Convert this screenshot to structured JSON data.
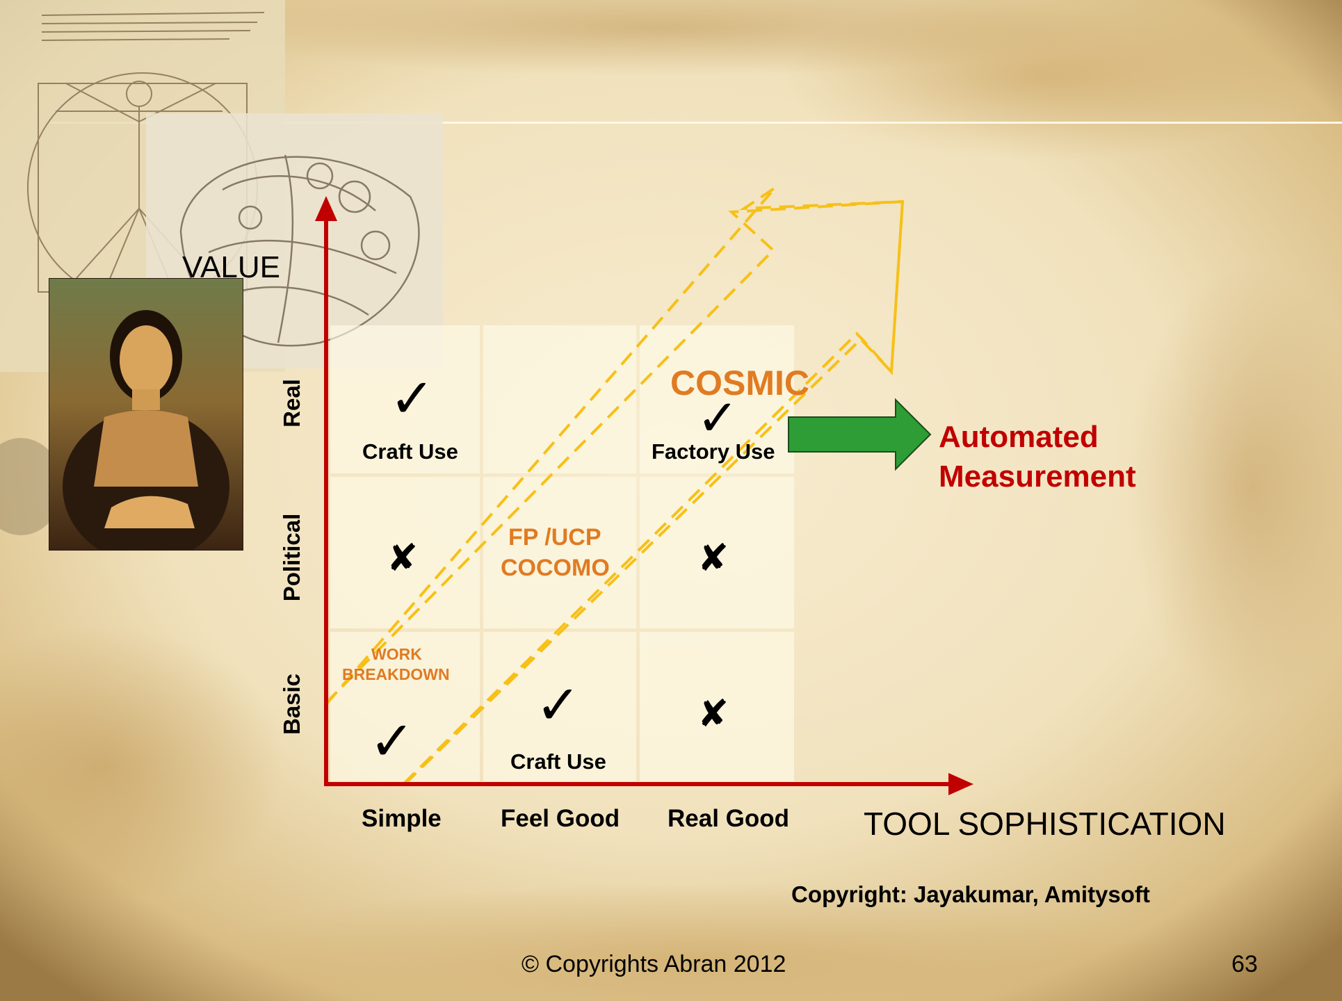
{
  "slide": {
    "y_axis_label": "VALUE",
    "x_axis_label": "TOOL SOPHISTICATION",
    "row_labels": [
      "Real",
      "Political",
      "Basic"
    ],
    "column_labels": [
      "Simple",
      "Feel Good",
      "Real Good"
    ],
    "grid": {
      "real_simple": {
        "mark": "check",
        "text": "Craft Use"
      },
      "real_feel_good": {
        "mark": "none",
        "text": ""
      },
      "real_real_good": {
        "mark": "check",
        "text": "Factory Use"
      },
      "political_simple": {
        "mark": "cross",
        "text": ""
      },
      "political_feel_good": {
        "mark": "none",
        "text": "FP /UCP",
        "text2": "COCOMO"
      },
      "political_real_good": {
        "mark": "cross",
        "text": ""
      },
      "basic_simple": {
        "mark": "check",
        "text": "WORK",
        "text2": "BREAKDOWN"
      },
      "basic_feel_good": {
        "mark": "check",
        "text": "Craft Use"
      },
      "basic_real_good": {
        "mark": "cross",
        "text": ""
      }
    },
    "cosmic_label": "COSMIC",
    "arrow_target": {
      "line1": "Automated",
      "line2": "Measurement"
    },
    "attribution": "Copyright: Jayakumar, Amitysoft",
    "footer": "©  Copyrights Abran 2012",
    "page_number": "63",
    "glyphs": {
      "check": "✓",
      "cross": "✘"
    },
    "colors": {
      "axis_red": "#c00000",
      "orange_text": "#e07b22",
      "arrow_green": "#2e9d35",
      "dashed_yellow": "#f7c018",
      "dark_red_text": "#c00000"
    }
  }
}
